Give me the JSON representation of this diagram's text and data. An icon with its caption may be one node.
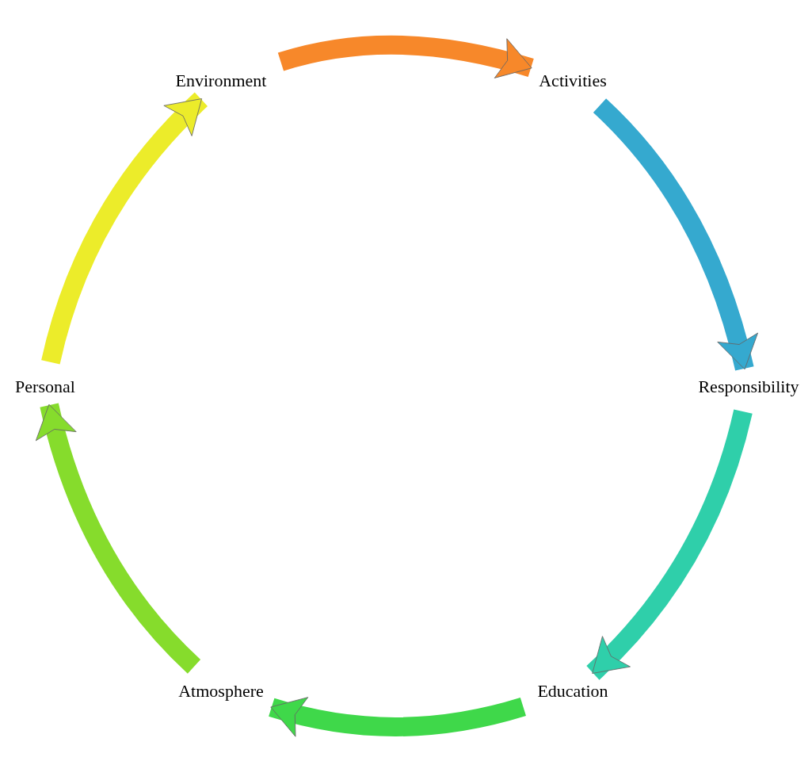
{
  "diagram": {
    "nodes": [
      {
        "text": [
          "Environment"
        ]
      },
      {
        "text": [
          "Activities"
        ]
      },
      {
        "text": [
          "Responsibility"
        ]
      },
      {
        "text": [
          "Education"
        ]
      },
      {
        "text": [
          "Atmosphere"
        ]
      },
      {
        "text": [
          "Personal"
        ]
      }
    ],
    "edges": [
      {
        "from": 0,
        "to": 1,
        "arrow": "to",
        "color": "#f7882a"
      },
      {
        "from": 1,
        "to": 2,
        "arrow": "to",
        "color": "#35a9cf"
      },
      {
        "from": 2,
        "to": 3,
        "arrow": "to",
        "color": "#2fcfaa"
      },
      {
        "from": 3,
        "to": 4,
        "arrow": "to",
        "color": "#3fd84a"
      },
      {
        "from": 4,
        "to": 5,
        "arrow": "to",
        "color": "#86dc2c"
      },
      {
        "from": 5,
        "to": 0,
        "arrow": "to",
        "color": "#ecec2a"
      }
    ]
  }
}
